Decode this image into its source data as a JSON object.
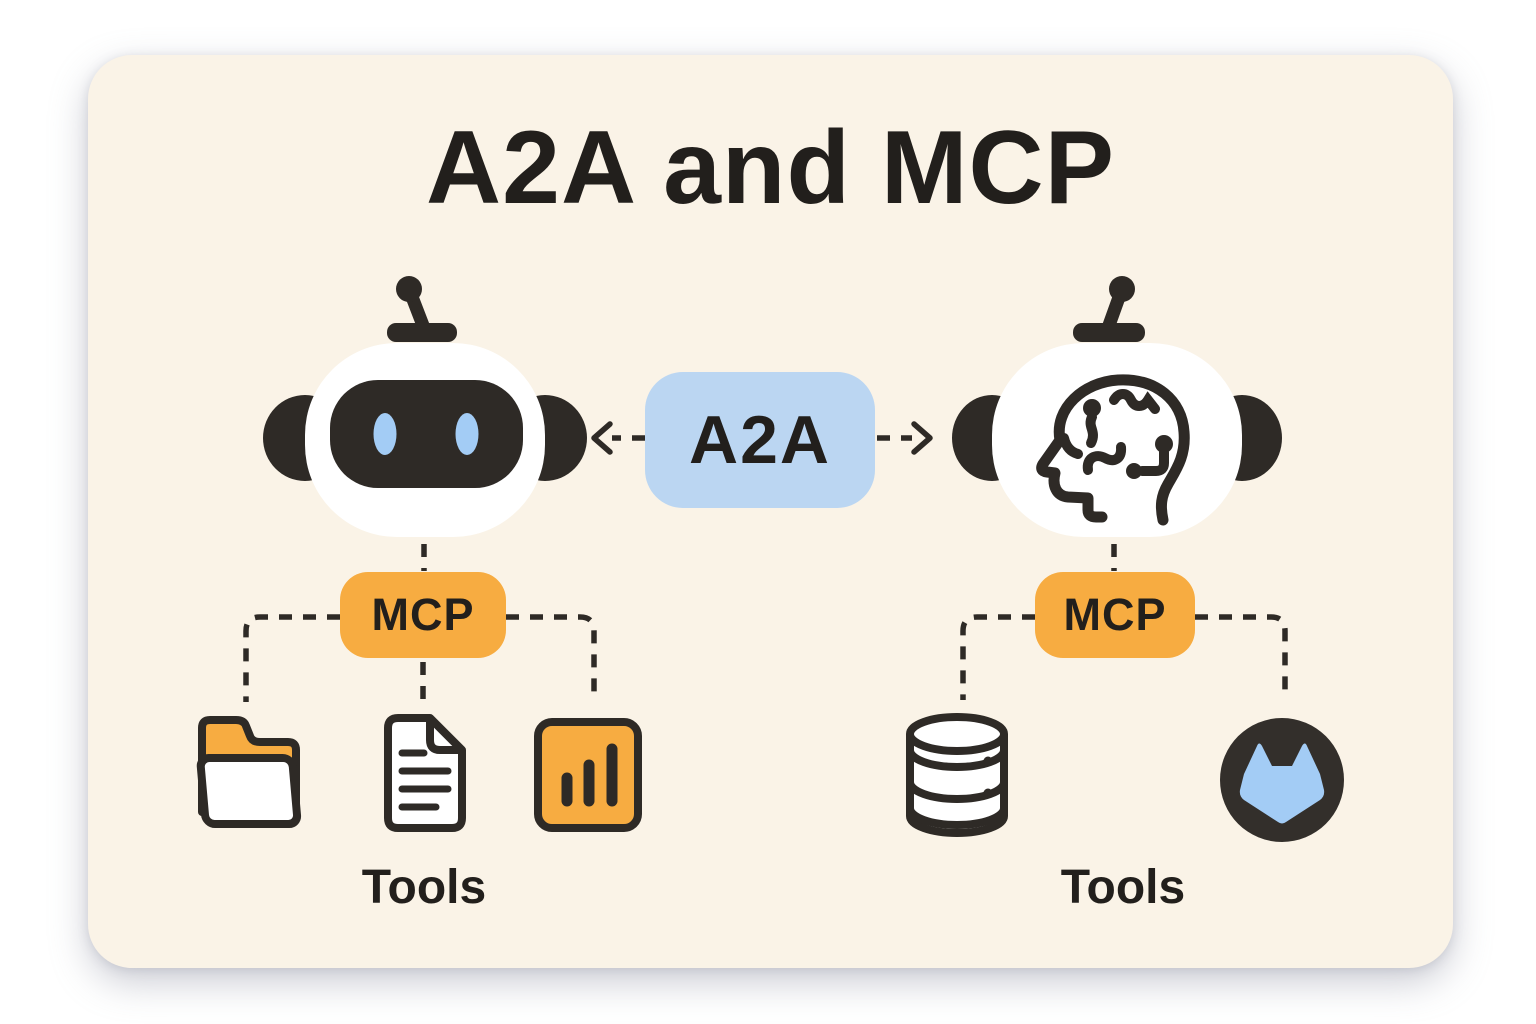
{
  "title": "A2A and MCP",
  "protocol_box": {
    "label": "A2A",
    "left_arrow_icon": "dashed-arrow-left-icon",
    "right_arrow_icon": "dashed-arrow-right-icon"
  },
  "left_agent": {
    "icon": "robot-agent-icon",
    "mcp_box": {
      "label": "MCP"
    },
    "tools": {
      "label": "Tools",
      "icons": [
        "folder-icon",
        "document-icon",
        "bar-chart-icon"
      ]
    }
  },
  "right_agent": {
    "icon": "brain-head-agent-icon",
    "mcp_box": {
      "label": "MCP"
    },
    "tools": {
      "label": "Tools",
      "icons": [
        "database-icon",
        "gitlab-icon"
      ]
    }
  },
  "colors": {
    "page_bg": "#FFFFFF",
    "card_bg": "#FAF3E7",
    "ink": "#221F1C",
    "stroke": "#2E2A26",
    "orange": "#F7AC41",
    "protocol_blue": "#BBD6F2",
    "accent_blue": "#A3CCF5",
    "icon_white": "#FFFFFF"
  }
}
